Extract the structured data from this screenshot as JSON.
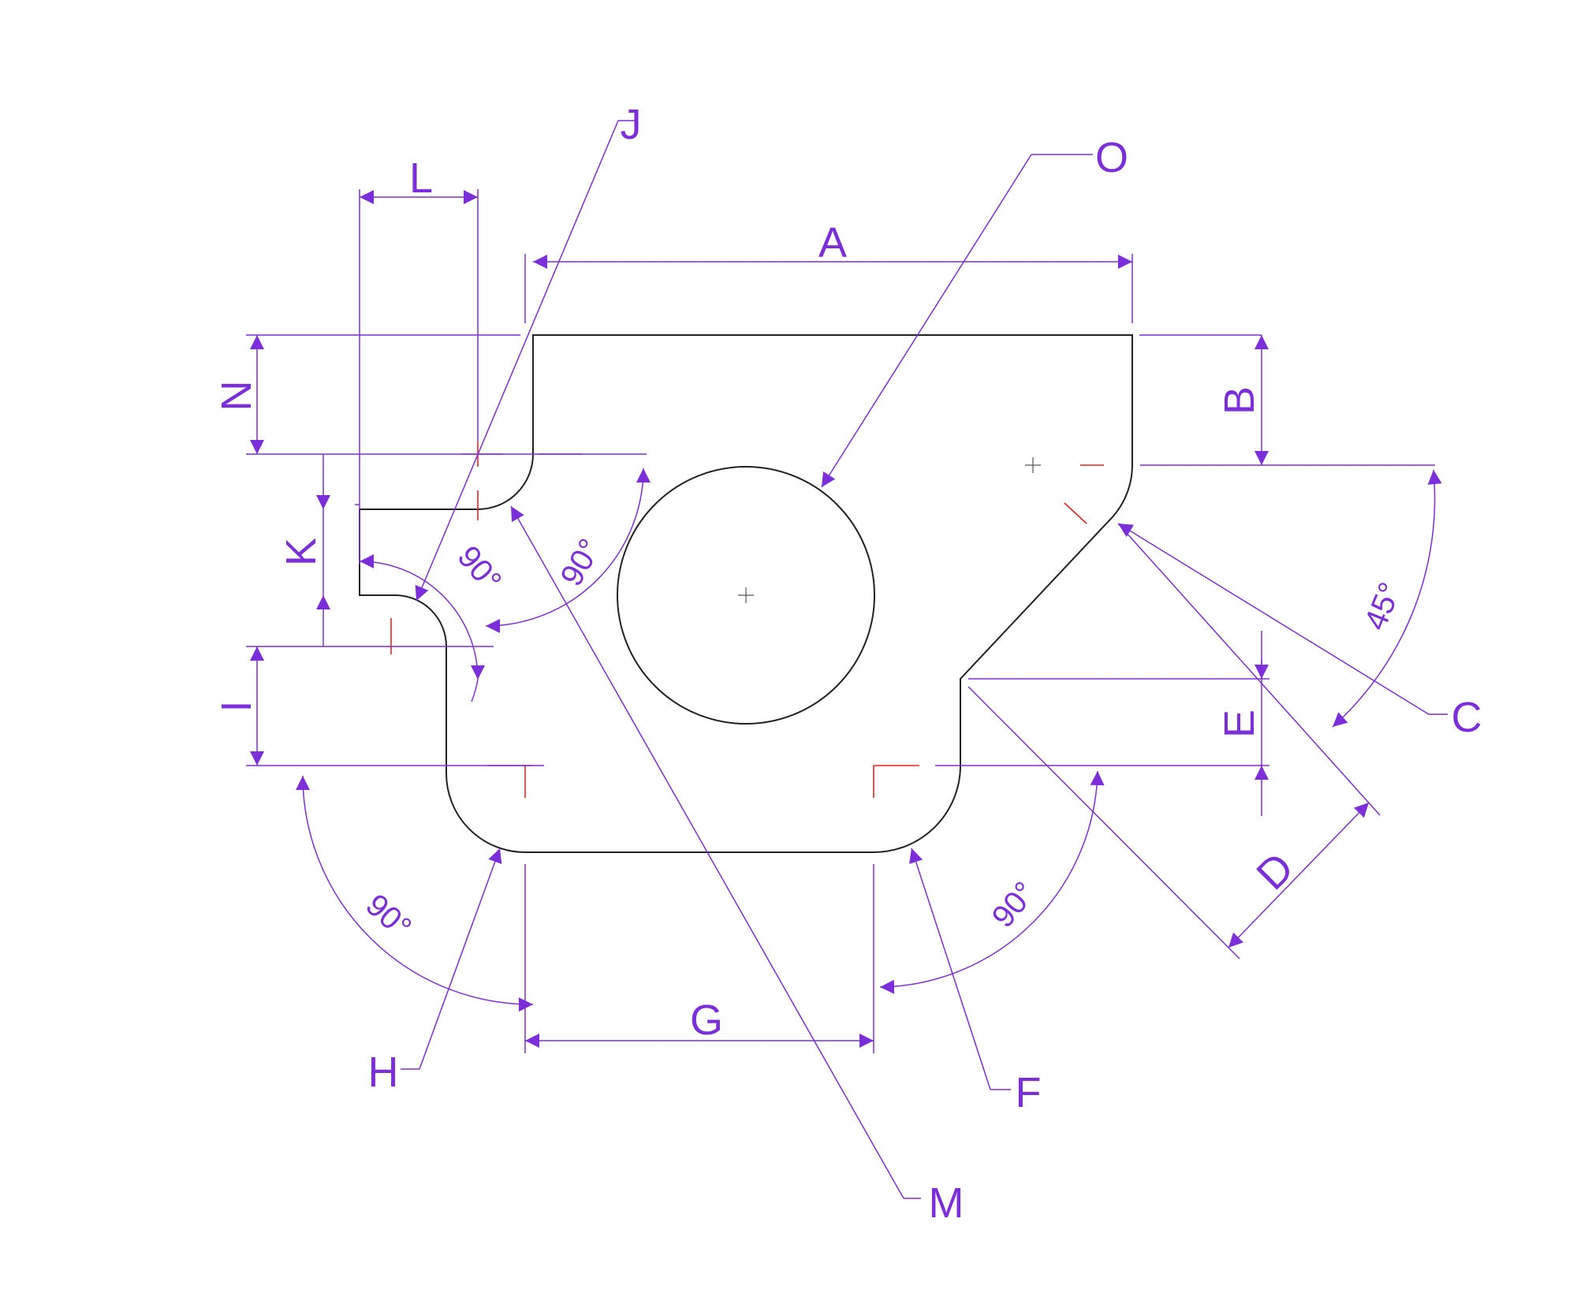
{
  "colors": {
    "dimension": "#7b2fd8",
    "outline": "#222222",
    "centerline": "#e8231f"
  },
  "labels": {
    "A": "A",
    "B": "B",
    "C": "C",
    "D": "D",
    "E": "E",
    "F": "F",
    "G": "G",
    "H": "H",
    "I": "I",
    "J": "J",
    "K": "K",
    "L": "L",
    "M": "M",
    "N": "N",
    "O": "O"
  },
  "angles": {
    "j_corner": "90°",
    "m_corner": "90°",
    "h_corner": "90°",
    "f_corner": "90°",
    "chamfer": "45°"
  }
}
